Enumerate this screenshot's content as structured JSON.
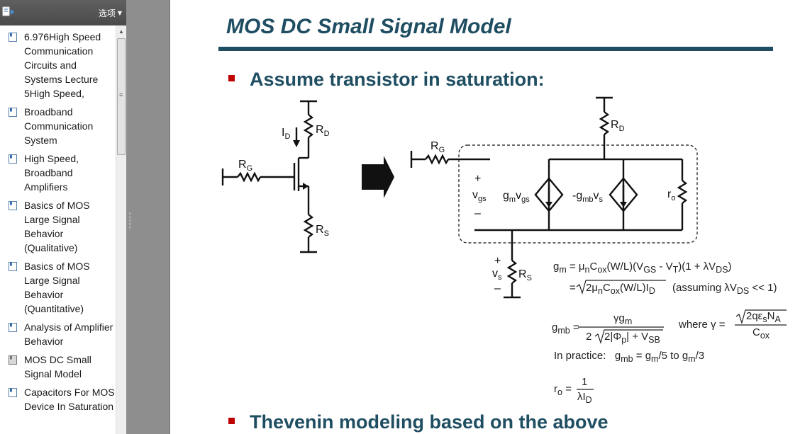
{
  "sidebar": {
    "options_label": "选项",
    "bookmarks": [
      {
        "label": "6.976High Speed Communication Circuits and Systems Lecture 5High Speed,"
      },
      {
        "label": "Broadband Communication System"
      },
      {
        "label": "High Speed, Broadband Amplifiers"
      },
      {
        "label": "Basics of MOS Large Signal Behavior (Qualitative)"
      },
      {
        "label": "Basics of MOS Large Signal Behavior (Quantitative)"
      },
      {
        "label": "Analysis of Amplifier Behavior"
      },
      {
        "label": "MOS DC Small Signal Model"
      },
      {
        "label": "Capacitors For MOS Device In Saturation"
      }
    ]
  },
  "slide": {
    "title": "MOS DC Small Signal Model",
    "bullets": [
      {
        "text": "Assume transistor in saturation:"
      },
      {
        "text": "Thevenin modeling based on the above"
      }
    ],
    "circuit_labels": {
      "id": "I",
      "id_sub": "D",
      "rd": "R",
      "rd_sub": "D",
      "rg": "R",
      "rg_sub": "G",
      "rs": "R",
      "rs_sub": "S",
      "plus": "+",
      "minus": "–",
      "vgs": "v",
      "vgs_sub": "gs",
      "gm": "g",
      "gm_sub": "m",
      "gm_v": "v",
      "gm_v_sub": "gs",
      "gmb_prefix": "-g",
      "gmb_sub": "mb",
      "gmb_v": "v",
      "gmb_v_sub": "s",
      "ro": "r",
      "ro_sub": "o",
      "vs": "v",
      "vs_sub": "s"
    },
    "equations": {
      "gm_line1": "gₘ = μₙCₒₓ(W/L)(Vɢₛ - Vₜ)(1 + λVᴅₛ)",
      "gm_lhs": "g",
      "gm_lhs_sub": "m",
      "gm_rhs": "= μ",
      "gm_mu_sub": "n",
      "gm_c": "C",
      "gm_c_sub": "ox",
      "gm_wl": "(W/L)(V",
      "gm_vgs_sub": "GS",
      "gm_mid": " - V",
      "gm_vt_sub": "T",
      "gm_end": ")(1 + λV",
      "gm_vds_sub": "DS",
      "gm_close": ")",
      "gm_line2_eq": "=",
      "gm_line2_rad": "2μ",
      "gm_line2_mu_sub": "n",
      "gm_line2_c": "C",
      "gm_line2_c_sub": "ox",
      "gm_line2_wl": "(W/L)I",
      "gm_line2_id_sub": "D",
      "gm_assume": "(assuming λV",
      "gm_assume_sub": "DS",
      "gm_assume_end": " << 1)",
      "gmb_lhs": "g",
      "gmb_lhs_sub": "mb",
      "gmb_eq": "=",
      "gmb_num": "γg",
      "gmb_num_sub": "m",
      "gmb_den_pre": "2",
      "gmb_den_rad": "2|Φ",
      "gmb_den_phi_sub": "p",
      "gmb_den_end": "| + V",
      "gmb_den_vsb_sub": "SB",
      "where": "where γ =",
      "gamma_num": "2qε",
      "gamma_num_sub": "s",
      "gamma_num_end": "N",
      "gamma_num_na_sub": "A",
      "gamma_den": "C",
      "gamma_den_sub": "ox",
      "practice_label": "In practice:",
      "practice_g": "g",
      "practice_g_sub": "mb",
      "practice_mid": " = g",
      "practice_m_sub": "m",
      "practice_mid2": "/5 to g",
      "practice_m2_sub": "m",
      "practice_end": "/3",
      "ro_lhs": "r",
      "ro_lhs_sub": "o",
      "ro_eq": "=",
      "ro_num": "1",
      "ro_den": "λI",
      "ro_den_sub": "D"
    }
  }
}
